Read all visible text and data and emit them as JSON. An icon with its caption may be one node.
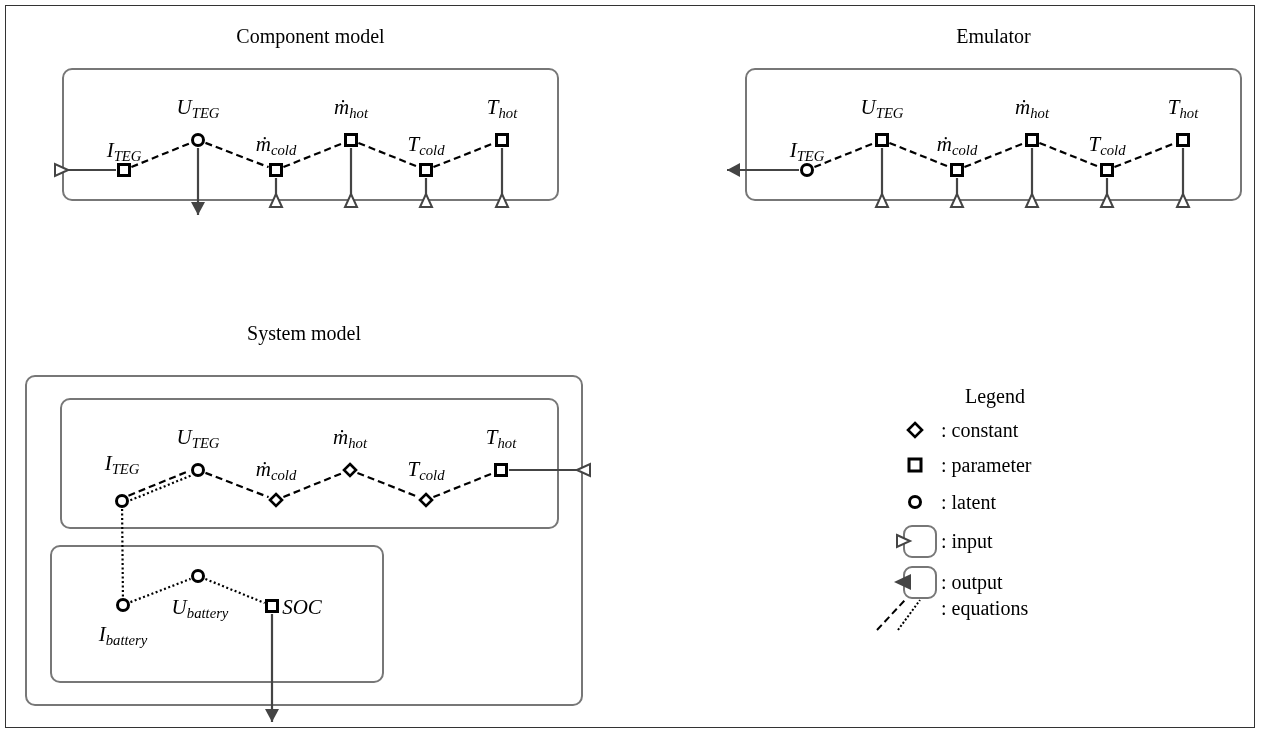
{
  "diagram": {
    "nodes": [
      {
        "text": [
          "Component model"
        ]
      },
      {
        "text": [],
        "shape": "box",
        "in": 0,
        "beside": [
          "I$_{TEG}$"
        ]
      },
      {
        "text": [],
        "shape": "circle",
        "in": 0,
        "beside": [
          "U$_{TEG}$"
        ]
      },
      {
        "text": [],
        "shape": "box",
        "in": 0,
        "beside": [
          "ṁ$_{cold}$"
        ]
      },
      {
        "text": [],
        "shape": "box",
        "in": 0,
        "beside": [
          "ṁ$_{hot}$"
        ]
      },
      {
        "text": [],
        "shape": "box",
        "in": 0,
        "beside": [
          "T$_{cold}$"
        ]
      },
      {
        "text": [],
        "shape": "box",
        "in": 0,
        "beside": [
          "T$_{hot}$"
        ]
      },
      {
        "text": [
          "Emulator"
        ]
      },
      {
        "text": [],
        "shape": "circle",
        "in": 7,
        "beside": [
          "I$_{TEG}$"
        ]
      },
      {
        "text": [],
        "shape": "box",
        "in": 7,
        "beside": [
          "U$_{TEG}$"
        ]
      },
      {
        "text": [],
        "shape": "box",
        "in": 7,
        "beside": [
          "ṁ$_{cold}$"
        ]
      },
      {
        "text": [],
        "shape": "box",
        "in": 7,
        "beside": [
          "ṁ$_{hot}$"
        ]
      },
      {
        "text": [],
        "shape": "box",
        "in": 7,
        "beside": [
          "T$_{cold}$"
        ]
      },
      {
        "text": [],
        "shape": "box",
        "in": 7,
        "beside": [
          "T$_{hot}$"
        ]
      },
      {
        "text": [
          "System model"
        ]
      },
      {
        "text": [],
        "shape": "box",
        "in": 14
      },
      {
        "text": [],
        "shape": "circle",
        "in": 15,
        "beside": [
          "I$_{TEG}$"
        ]
      },
      {
        "text": [],
        "shape": "circle",
        "in": 15,
        "beside": [
          "U$_{TEG}$"
        ]
      },
      {
        "text": [],
        "shape": "diamond",
        "in": 15,
        "beside": [
          "ṁ$_{cold}$"
        ]
      },
      {
        "text": [],
        "shape": "diamond",
        "in": 15,
        "beside": [
          "ṁ$_{hot}$"
        ]
      },
      {
        "text": [],
        "shape": "diamond",
        "in": 15,
        "beside": [
          "T$_{cold}$"
        ]
      },
      {
        "text": [],
        "shape": "box",
        "in": 15,
        "beside": [
          "T$_{hot}$"
        ]
      },
      {
        "text": [],
        "shape": "box",
        "in": 14
      },
      {
        "text": [],
        "shape": "circle",
        "in": 22,
        "beside": [
          "I$_{battery}$"
        ]
      },
      {
        "text": [],
        "shape": "circle",
        "in": 22,
        "beside": [
          "U$_{battery}$"
        ]
      },
      {
        "text": [],
        "shape": "box",
        "in": 22,
        "beside": [
          "SOC"
        ]
      }
    ],
    "edges": [
      {
        "from": 1,
        "to": 2,
        "arrow": "none",
        "style": "dashed"
      },
      {
        "from": 2,
        "to": 3,
        "arrow": "none",
        "style": "dashed"
      },
      {
        "from": 3,
        "to": 4,
        "arrow": "none",
        "style": "dashed"
      },
      {
        "from": 4,
        "to": 5,
        "arrow": "none",
        "style": "dashed"
      },
      {
        "from": 5,
        "to": 6,
        "arrow": "none",
        "style": "dashed"
      },
      {
        "from": 1,
        "to": null,
        "arrow": "other"
      },
      {
        "from": 2,
        "to": null,
        "arrow": "to"
      },
      {
        "from": 3,
        "to": null,
        "arrow": "other"
      },
      {
        "from": 4,
        "to": null,
        "arrow": "other"
      },
      {
        "from": 5,
        "to": null,
        "arrow": "other"
      },
      {
        "from": 6,
        "to": null,
        "arrow": "other"
      },
      {
        "from": 8,
        "to": 9,
        "arrow": "none",
        "style": "dashed"
      },
      {
        "from": 9,
        "to": 10,
        "arrow": "none",
        "style": "dashed"
      },
      {
        "from": 10,
        "to": 11,
        "arrow": "none",
        "style": "dashed"
      },
      {
        "from": 11,
        "to": 12,
        "arrow": "none",
        "style": "dashed"
      },
      {
        "from": 12,
        "to": 13,
        "arrow": "none",
        "style": "dashed"
      },
      {
        "from": 8,
        "to": null,
        "arrow": "to"
      },
      {
        "from": 9,
        "to": null,
        "arrow": "other"
      },
      {
        "from": 10,
        "to": null,
        "arrow": "other"
      },
      {
        "from": 11,
        "to": null,
        "arrow": "other"
      },
      {
        "from": 12,
        "to": null,
        "arrow": "other"
      },
      {
        "from": 13,
        "to": null,
        "arrow": "other"
      },
      {
        "from": 16,
        "to": 17,
        "arrow": "none",
        "style": "dashed"
      },
      {
        "from": 16,
        "to": 17,
        "arrow": "none",
        "style": "dashed"
      },
      {
        "from": 17,
        "to": 18,
        "arrow": "none",
        "style": "dashed"
      },
      {
        "from": 18,
        "to": 19,
        "arrow": "none",
        "style": "dashed"
      },
      {
        "from": 19,
        "to": 20,
        "arrow": "none",
        "style": "dashed"
      },
      {
        "from": 20,
        "to": 21,
        "arrow": "none",
        "style": "dashed"
      },
      {
        "from": 21,
        "to": null,
        "arrow": "other"
      },
      {
        "from": 16,
        "to": 23,
        "arrow": "none",
        "style": "dashed"
      },
      {
        "from": 23,
        "to": 24,
        "arrow": "none",
        "style": "dashed"
      },
      {
        "from": 24,
        "to": 25,
        "arrow": "none",
        "style": "dashed"
      },
      {
        "from": 25,
        "to": null,
        "arrow": "to"
      }
    ],
    "labels": [
      "Legend"
    ],
    "legend": [
      {
        "text": ": constant"
      },
      {
        "text": ": parameter"
      },
      {
        "text": ": latent"
      },
      {
        "text": ": input"
      },
      {
        "text": ": output"
      },
      {
        "text": ": equations"
      }
    ]
  }
}
